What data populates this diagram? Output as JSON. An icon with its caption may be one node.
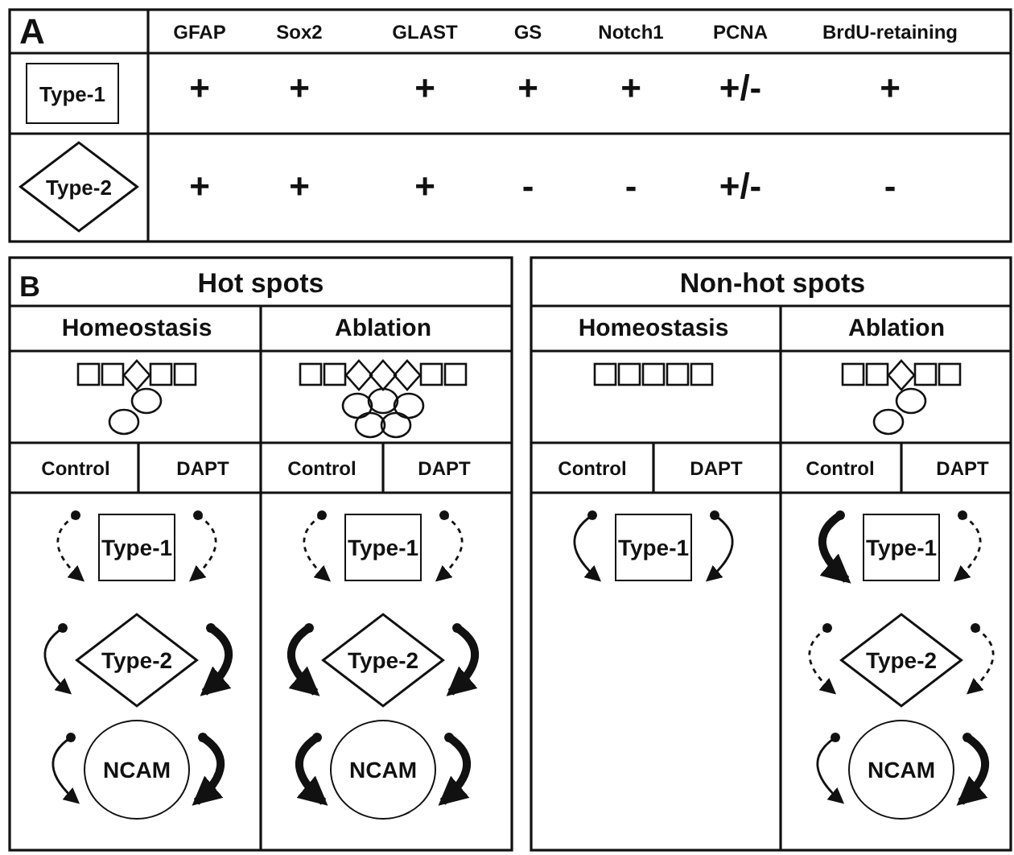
{
  "diagram": {
    "nodes": [
      {
        "text": [
          "Type-1"
        ]
      },
      {
        "text": [
          "Type-2"
        ]
      },
      {
        "text": [
          "Type-1"
        ]
      },
      {
        "text": [
          "Type-2"
        ]
      },
      {
        "text": [
          "NCAM"
        ]
      },
      {
        "text": [
          "Type-1"
        ]
      },
      {
        "text": [
          "Type-2"
        ]
      },
      {
        "text": [
          "NCAM"
        ]
      },
      {
        "text": [
          "Type-1"
        ]
      },
      {
        "text": [
          "Type-1"
        ]
      },
      {
        "text": [
          "Type-2"
        ]
      },
      {
        "text": [
          "NCAM"
        ]
      }
    ],
    "edges": [
      {
        "from": null,
        "to": 2,
        "arrow": "to",
        "style": "dashed"
      },
      {
        "from": null,
        "to": 2,
        "arrow": "to",
        "style": "dashed"
      },
      {
        "from": null,
        "to": 3,
        "arrow": "to"
      },
      {
        "from": null,
        "to": 3,
        "arrow": "to",
        "style": "thick"
      },
      {
        "from": null,
        "to": 4,
        "arrow": "to"
      },
      {
        "from": null,
        "to": 4,
        "arrow": "to",
        "style": "thick"
      },
      {
        "from": null,
        "to": 5,
        "arrow": "to",
        "style": "dashed"
      },
      {
        "from": null,
        "to": 5,
        "arrow": "to",
        "style": "dashed"
      },
      {
        "from": null,
        "to": 6,
        "arrow": "to",
        "style": "thick"
      },
      {
        "from": null,
        "to": 6,
        "arrow": "to",
        "style": "thick"
      },
      {
        "from": null,
        "to": 7,
        "arrow": "to",
        "style": "thick"
      },
      {
        "from": null,
        "to": 7,
        "arrow": "to",
        "style": "thick"
      },
      {
        "from": null,
        "to": 8,
        "arrow": "to"
      },
      {
        "from": null,
        "to": 8,
        "arrow": "to"
      },
      {
        "from": null,
        "to": 9,
        "arrow": "to",
        "style": "thick"
      },
      {
        "from": null,
        "to": 9,
        "arrow": "to",
        "style": "dashed"
      },
      {
        "from": null,
        "to": 10,
        "arrow": "to",
        "style": "dashed"
      },
      {
        "from": null,
        "to": 10,
        "arrow": "to",
        "style": "dashed"
      },
      {
        "from": null,
        "to": 11,
        "arrow": "to"
      },
      {
        "from": null,
        "to": 11,
        "arrow": "to",
        "style": "thick"
      }
    ],
    "labels": [
      "A",
      "GFAP",
      "Sox2",
      "GLAST",
      "GS",
      "Notch1",
      "PCNA",
      "BrdU-retaining",
      "+",
      "+",
      "+",
      "+",
      "+",
      "+/-",
      "+",
      "+",
      "+",
      "+",
      "-",
      "-",
      "+/-",
      "-",
      "B",
      "Hot spots",
      "Non-hot spots",
      "Homeostasis",
      "Ablation",
      "Homeostasis",
      "Ablation",
      "Control",
      "DAPT",
      "Control",
      "DAPT",
      "Control",
      "DAPT",
      "Control",
      "DAPT"
    ]
  }
}
